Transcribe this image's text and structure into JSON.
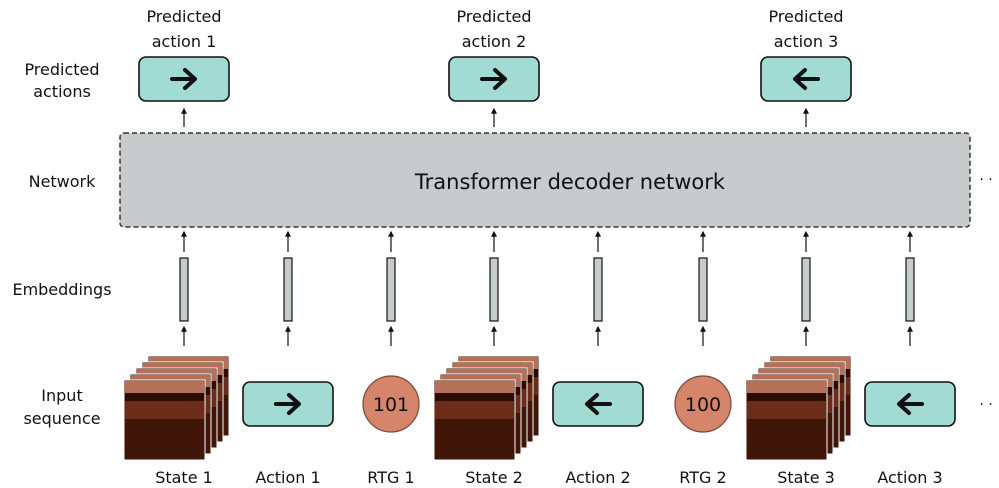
{
  "colors": {
    "teal": "#a1dbd3",
    "rtg": "#d4856a",
    "network": "#c7cbcb",
    "embedding": "#c6cbcb",
    "frame_dark": "#3b1307",
    "frame_mid": "#6b2d1a",
    "frame_light": "#b77058"
  },
  "row_labels": {
    "predicted_actions": [
      "Predicted",
      "actions"
    ],
    "network": "Network",
    "embeddings": "Embeddings",
    "input_sequence": [
      "Input",
      "sequence"
    ]
  },
  "predictions": [
    {
      "label": [
        "Predicted",
        "action 1"
      ],
      "arrow": "right-arrow-icon"
    },
    {
      "label": [
        "Predicted",
        "action 2"
      ],
      "arrow": "right-arrow-icon"
    },
    {
      "label": [
        "Predicted",
        "action 3"
      ],
      "arrow": "left-arrow-icon"
    }
  ],
  "network": {
    "label": "Transformer decoder network"
  },
  "ellipsis": "· ·",
  "tokens": [
    {
      "type": "state",
      "label": "State 1"
    },
    {
      "type": "action",
      "label": "Action 1",
      "arrow": "right-arrow-icon"
    },
    {
      "type": "rtg",
      "label": "RTG 1",
      "value": "101"
    },
    {
      "type": "state",
      "label": "State 2"
    },
    {
      "type": "action",
      "label": "Action 2",
      "arrow": "left-arrow-icon"
    },
    {
      "type": "rtg",
      "label": "RTG 2",
      "value": "100"
    },
    {
      "type": "state",
      "label": "State 3"
    },
    {
      "type": "action",
      "label": "Action 3",
      "arrow": "left-arrow-icon"
    }
  ]
}
